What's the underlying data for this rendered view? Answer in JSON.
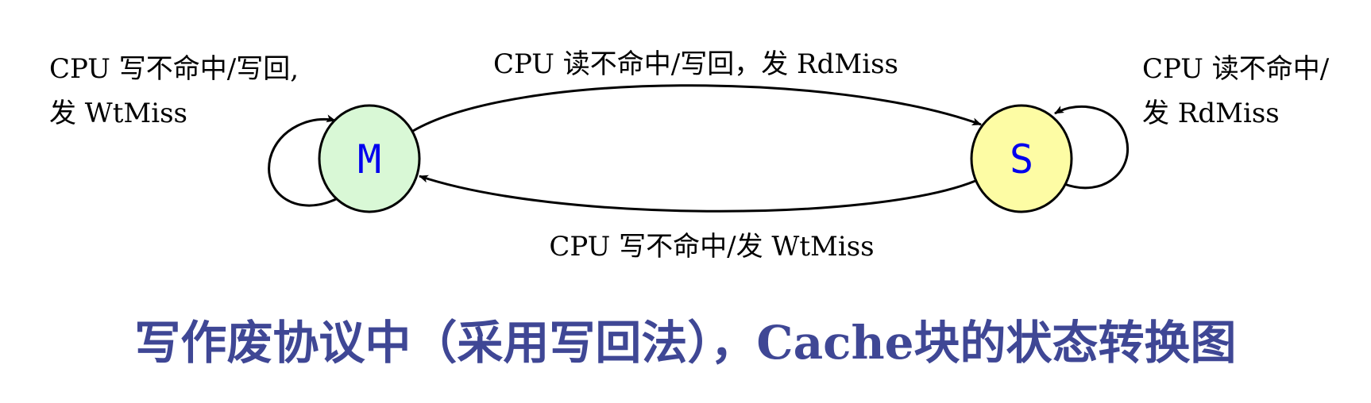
{
  "diagram": {
    "states": {
      "m": {
        "label": "M",
        "fill": "#d9f8d6",
        "text_color": "#0000ee"
      },
      "s": {
        "label": "S",
        "fill": "#fdfca4",
        "text_color": "#0000ee"
      }
    },
    "transitions": {
      "m_self": {
        "line1": "CPU 写不命中/写回,",
        "line2": "发 WtMiss"
      },
      "m_to_s": {
        "label": "CPU 读不命中/写回，发 RdMiss"
      },
      "s_to_m": {
        "label": "CPU 写不命中/发 WtMiss"
      },
      "s_self": {
        "line1": "CPU 读不命中/",
        "line2": "发 RdMiss"
      }
    },
    "caption": "写作废协议中（采用写回法），Cache块的状态转换图",
    "caption_color": "#3f4795"
  }
}
